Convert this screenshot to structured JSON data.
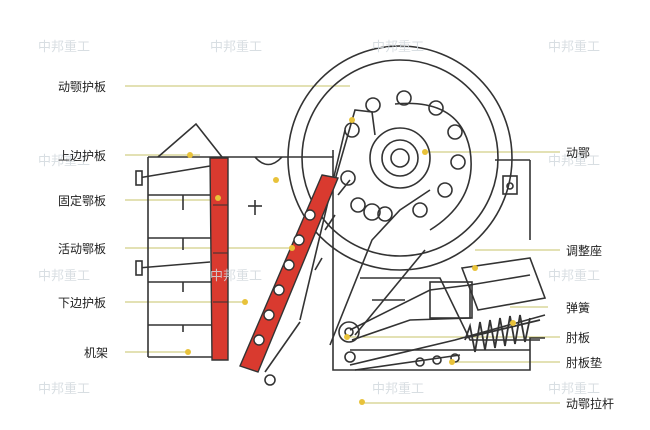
{
  "labels_left": [
    "动颚护板",
    "上边护板",
    "固定鄂板",
    "活动鄂板",
    "下边护板",
    "机架"
  ],
  "labels_right": [
    "动鄂",
    "调整座",
    "弹簧",
    "肘板",
    "肘板垫",
    "动鄂拉杆"
  ],
  "watermark": "中邦重工",
  "colors": {
    "line": "#333333",
    "jaw_plate": "#d93a2f",
    "leader": "#c7c36a",
    "dot": "#e8c23a"
  }
}
